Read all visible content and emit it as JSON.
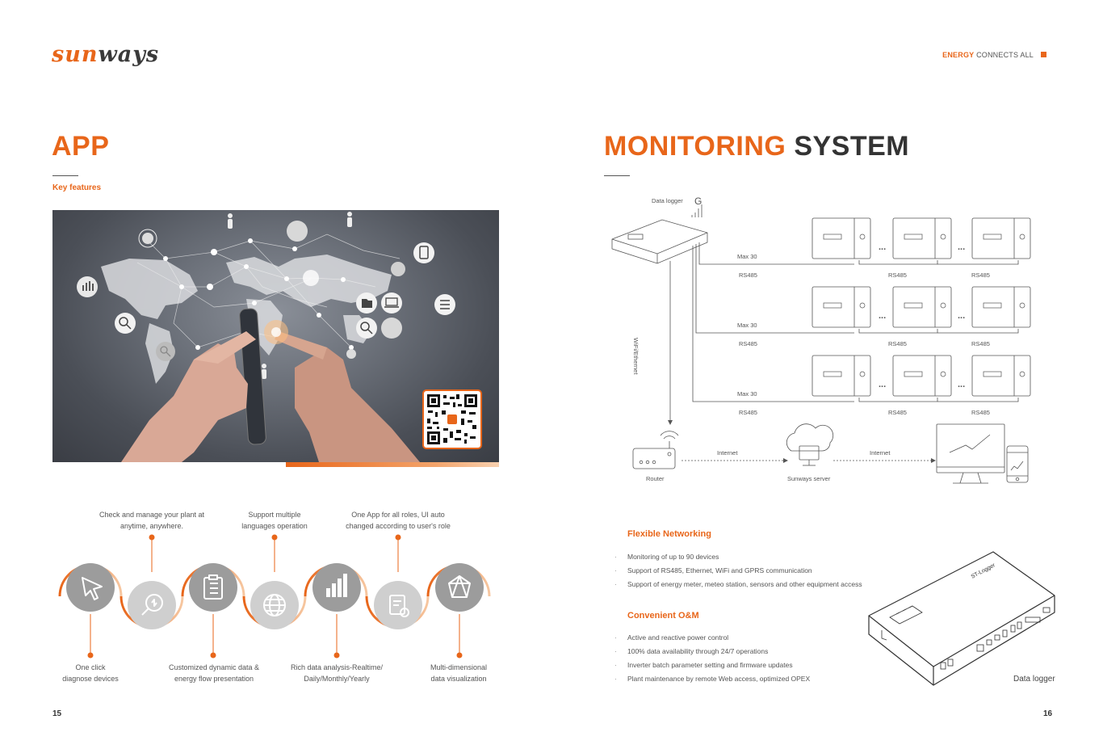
{
  "brand": {
    "part1": "sun",
    "part2": "ways"
  },
  "tagline": {
    "highlight": "ENERGY",
    "rest": " CONNECTS ALL"
  },
  "left": {
    "title": "APP",
    "key_features": "Key features",
    "page_number": "15",
    "features_top": [
      {
        "line1": "Check and manage your plant at",
        "line2": "anytime, anywhere."
      },
      {
        "line1": "Support multiple",
        "line2": "languages operation"
      },
      {
        "line1": "One App for all roles, UI auto",
        "line2": "changed according to user's role"
      }
    ],
    "features_bottom": [
      {
        "line1": "One click",
        "line2": "diagnose devices"
      },
      {
        "line1": "Customized dynamic data &",
        "line2": "energy flow presentation"
      },
      {
        "line1": "Rich data analysis-Realtime/",
        "line2": "Daily/Monthly/Yearly"
      },
      {
        "line1": "Multi-dimensional",
        "line2": "data visualization"
      }
    ],
    "feature_icons": [
      "cursor-icon",
      "diagnose-icon",
      "checklist-icon",
      "globe-icon",
      "bar-chart-icon",
      "report-icon",
      "network-icon"
    ]
  },
  "right": {
    "title_orange": "MONITORING",
    "title_dark": " SYSTEM",
    "page_number": "16",
    "diagram": {
      "data_logger": "Data logger",
      "wifi_ethernet": "WiFi/Ethernet",
      "max": "Max 30",
      "rs485": "RS485",
      "router": "Router",
      "server": "Sunways server",
      "internet": "Internet",
      "ellipsis": "..."
    },
    "flexible": {
      "heading": "Flexible Networking",
      "items": [
        "Monitoring of up to 90 devices",
        "Support of RS485, Ethernet, WiFi and GPRS communication",
        "Support of energy meter, meteo station, sensors and other equipment access"
      ]
    },
    "om": {
      "heading": "Convenient O&M",
      "items": [
        "Active and reactive power control",
        "100% data availability through 24/7 operations",
        "Inverter batch parameter setting and firmware updates",
        "Plant maintenance by remote Web access, optimized OPEX"
      ]
    },
    "logger_caption": "Data logger",
    "logger_brand": "ST-Logger"
  },
  "colors": {
    "accent": "#e8661a",
    "dark": "#333333",
    "grey_circle": "#9c9c9c",
    "light_circle": "#cfcfcf"
  }
}
